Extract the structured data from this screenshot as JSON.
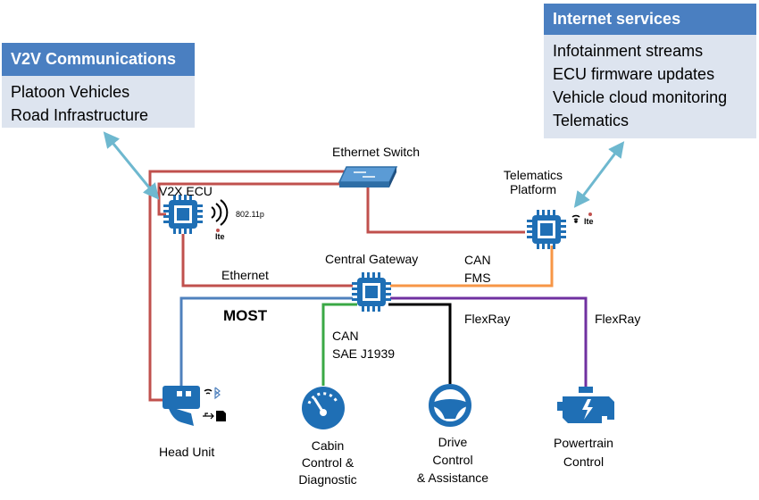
{
  "boxes": {
    "v2v": {
      "title": "V2V Communications",
      "items": [
        "Platoon Vehicles",
        "Road Infrastructure"
      ]
    },
    "internet": {
      "title": "Internet services",
      "items": [
        "Infotainment streams",
        "ECU firmware updates",
        "Vehicle cloud monitoring",
        "Telematics"
      ]
    }
  },
  "nodes": {
    "v2x_ecu": "V2X ECU",
    "wifi_standard": "802.11p",
    "ethernet_switch": "Ethernet Switch",
    "telematics": [
      "Telematics",
      "Platform"
    ],
    "central_gateway": "Central Gateway",
    "head_unit": "Head Unit",
    "cabin": [
      "Cabin",
      "Control &",
      "Diagnostic"
    ],
    "drive": [
      "Drive",
      "Control",
      "& Assistance"
    ],
    "powertrain": [
      "Powertrain",
      "Control"
    ]
  },
  "links": {
    "ethernet": "Ethernet",
    "most": "MOST",
    "can_fms": [
      "CAN",
      "FMS"
    ],
    "can_j1939": [
      "CAN",
      "SAE J1939"
    ],
    "flexray_1": "FlexRay",
    "flexray_2": "FlexRay"
  },
  "icon_text": {
    "lte": "lte"
  },
  "colors": {
    "ethernet": "#c0504d",
    "most": "#4f81bd",
    "can_fms": "#f79646",
    "can_j1939": "#3aa845",
    "flexray_drive": "#000000",
    "flexray_powertrain": "#7030a0",
    "arrow": "#6eb8cf",
    "chip": "#1f6fb5",
    "box_header": "#4a7fc1",
    "box_body": "#dde4ef"
  }
}
